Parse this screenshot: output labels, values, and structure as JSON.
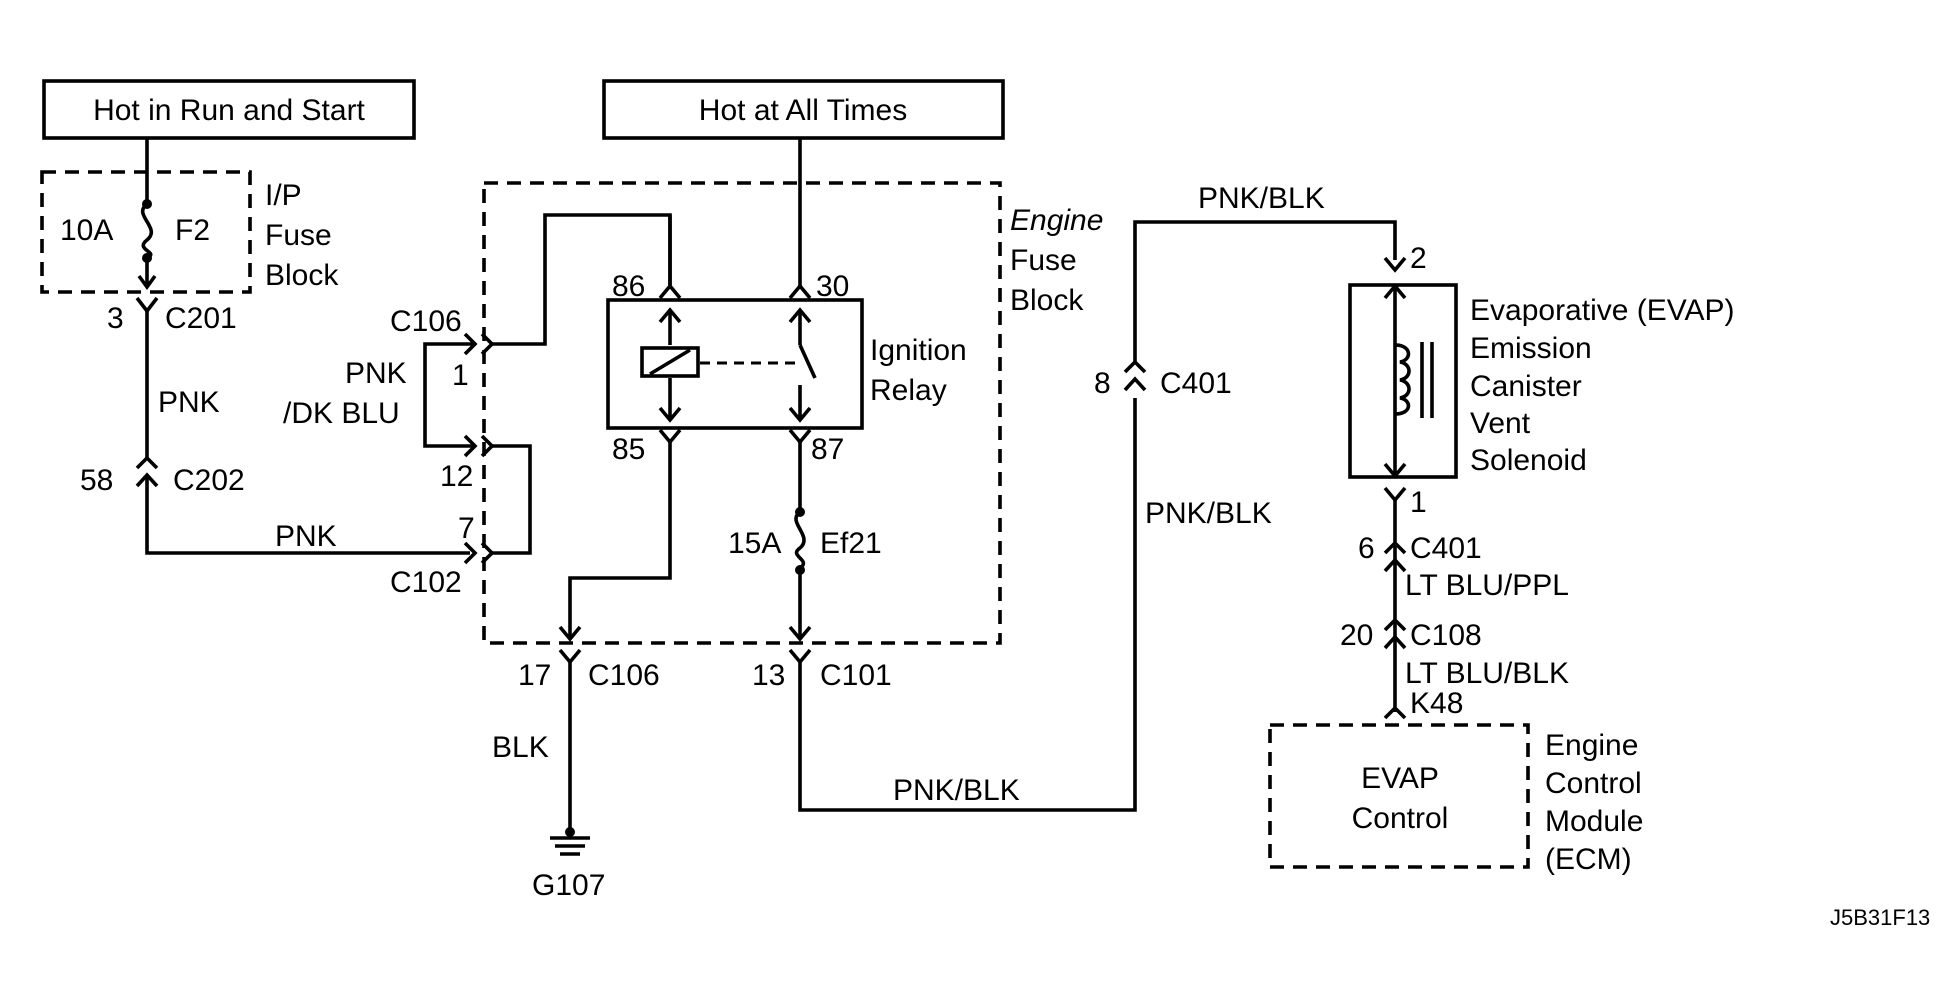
{
  "sources": {
    "run_start": "Hot in Run and Start",
    "all_times": "Hot at All Times"
  },
  "ip_fuse_block": {
    "label_line1": "I/P",
    "label_line2": "Fuse",
    "label_line3": "Block",
    "fuse_rating": "10A",
    "fuse_name": "F2"
  },
  "engine_fuse_block": {
    "label_line1": "Engine",
    "label_line2": "Fuse",
    "label_line3": "Block",
    "fuse_rating": "15A",
    "fuse_name": "Ef21"
  },
  "relay": {
    "label_line1": "Ignition",
    "label_line2": "Relay",
    "pin_86": "86",
    "pin_30": "30",
    "pin_85": "85",
    "pin_87": "87"
  },
  "connectors": {
    "c201_pin": "3",
    "c201": "C201",
    "c202_pin": "58",
    "c202": "C202",
    "c106_top": "C106",
    "c106_pin1": "1",
    "c106_pin12": "12",
    "c102_pin7": "7",
    "c102": "C102",
    "c106_bottom_pin": "17",
    "c106_bottom": "C106",
    "c101_pin": "13",
    "c101": "C101",
    "c401_left_pin": "8",
    "c401_left": "C401",
    "solenoid_pin2": "2",
    "solenoid_pin1": "1",
    "c401_right_pin": "6",
    "c401_right": "C401",
    "c108_pin": "20",
    "c108": "C108",
    "k48": "K48"
  },
  "wires": {
    "pnk_1": "PNK",
    "pnk_dkblu_1": "PNK",
    "pnk_dkblu_2": "/DK BLU",
    "pnk_2": "PNK",
    "blk": "BLK",
    "pnkblk_bottom": "PNK/BLK",
    "pnkblk_top": "PNK/BLK",
    "pnkblk_mid": "PNK/BLK",
    "ltblu_ppl": "LT BLU/PPL",
    "ltblu_blk": "LT BLU/BLK"
  },
  "ground": "G107",
  "solenoid": {
    "line1": "Evaporative (EVAP)",
    "line2": "Emission",
    "line3": "Canister",
    "line4": "Vent",
    "line5": "Solenoid"
  },
  "ecm": {
    "inner_line1": "EVAP",
    "inner_line2": "Control",
    "label_line1": "Engine",
    "label_line2": "Control",
    "label_line3": "Module",
    "label_line4": "(ECM)"
  },
  "figure_id": "J5B31F13"
}
